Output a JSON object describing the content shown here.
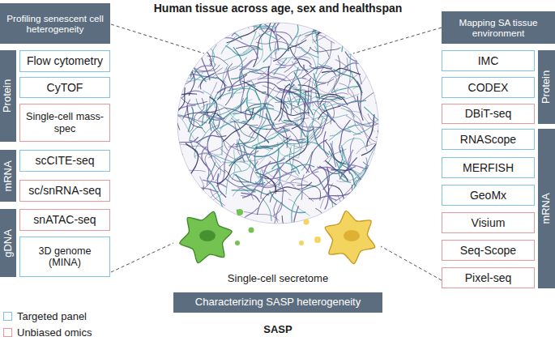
{
  "diagram": {
    "title": "Human tissue across age, sex and healthspan",
    "nodes": [
      {
        "text": [
          "Profiling senescent cell heterogeneity"
        ]
      },
      {
        "text": [
          "Protein"
        ]
      },
      {
        "text": [
          "Flow cytometry"
        ]
      },
      {
        "text": [
          "CyTOF"
        ]
      },
      {
        "text": [
          "Single-cell mass-spec"
        ]
      },
      {
        "text": [
          "mRNA"
        ]
      },
      {
        "text": [
          "scCITE-seq"
        ]
      },
      {
        "text": [
          "sc/snRNA-seq"
        ]
      },
      {
        "text": [
          "gDNA"
        ]
      },
      {
        "text": [
          "snATAC-seq"
        ]
      },
      {
        "text": [
          "3D genome (MINA)"
        ]
      },
      {
        "text": [
          "Mapping SA tissue environment"
        ]
      },
      {
        "text": [
          "Protein"
        ]
      },
      {
        "text": [
          "IMC"
        ]
      },
      {
        "text": [
          "CODEX"
        ]
      },
      {
        "text": [
          "DBiT-seq"
        ]
      },
      {
        "text": [
          "mRNA"
        ]
      },
      {
        "text": [
          "RNAScope"
        ]
      },
      {
        "text": [
          "MERFISH"
        ]
      },
      {
        "text": [
          "GeoMx"
        ]
      },
      {
        "text": [
          "Visium"
        ]
      },
      {
        "text": [
          "Seq-Scope"
        ]
      },
      {
        "text": [
          "Pixel-seq"
        ]
      },
      {
        "text": [
          "Characterizing SASP heterogeneity"
        ]
      }
    ],
    "labels": [
      "Single-cell secretome",
      "SASP"
    ],
    "legend": [
      {
        "text": "Targeted panel",
        "color": "#7fc4e8"
      },
      {
        "text": "Unbiased omics",
        "color": "#e8989a"
      }
    ]
  }
}
